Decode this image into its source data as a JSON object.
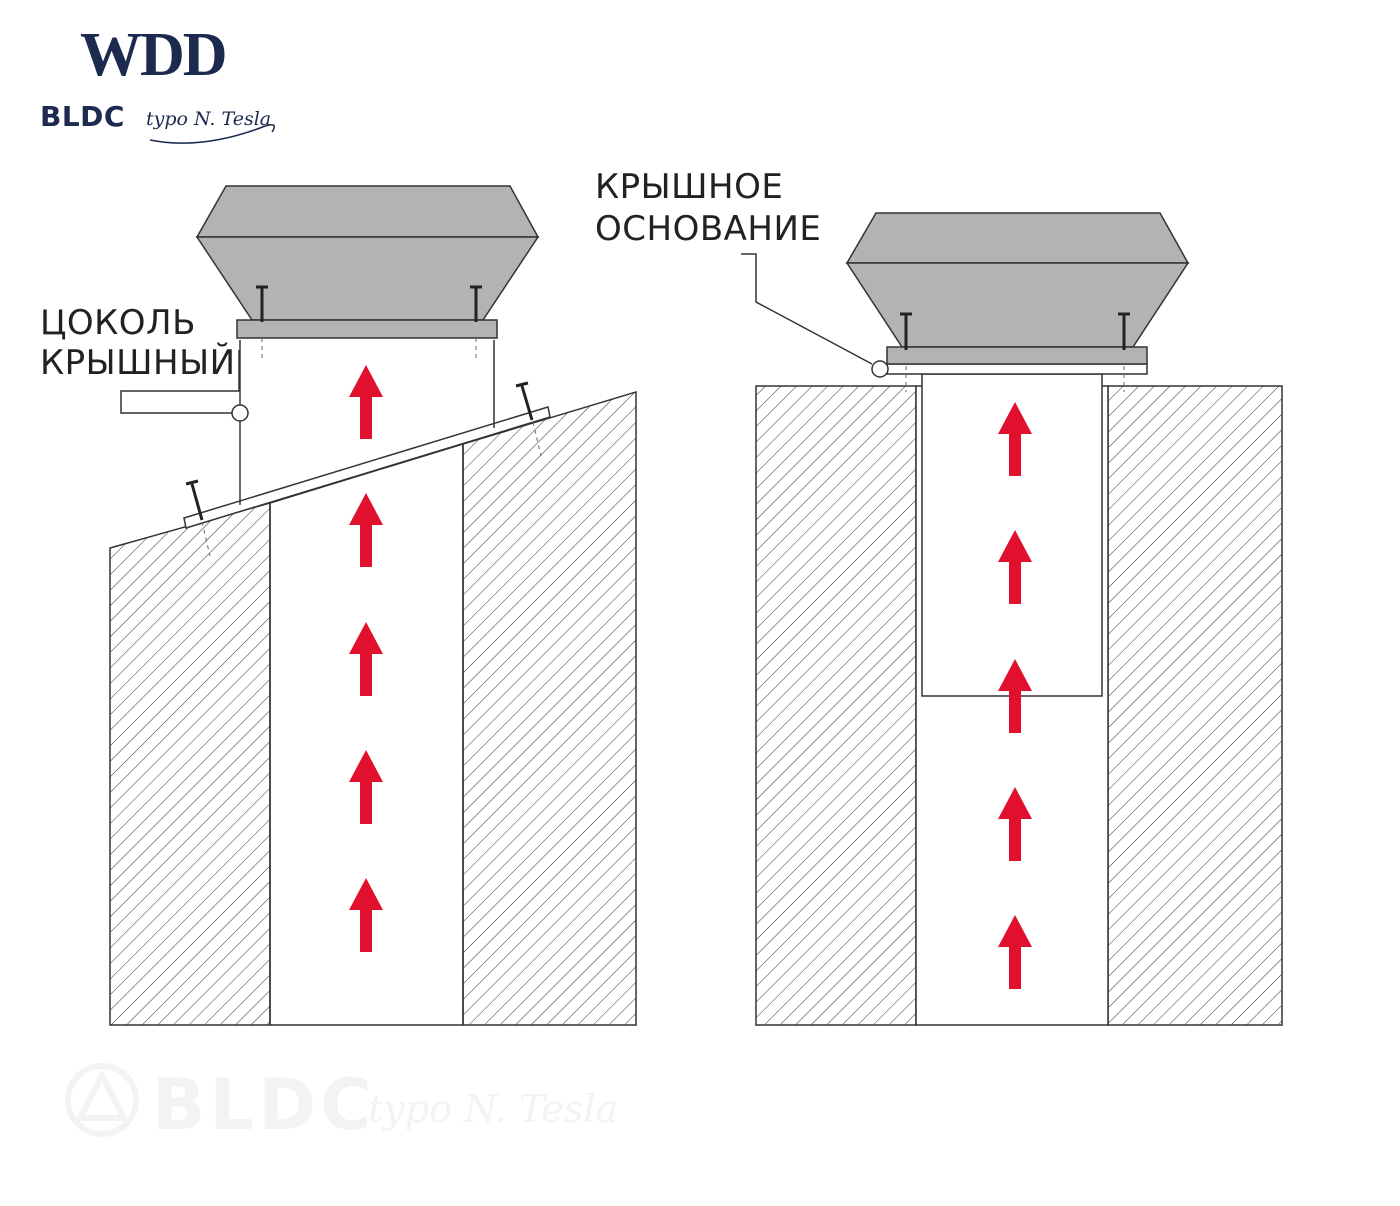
{
  "logo": {
    "brand": "WDD",
    "product": "BLDC",
    "script": "typo N. Tesla"
  },
  "labels": {
    "left_line1": "ЦОКОЛЬ",
    "left_line2": "КРЫШНЫЙ",
    "right_line1": "КРЫШНОЕ",
    "right_line2": "ОСНОВАНИЕ"
  },
  "watermark": {
    "text": "BLDC",
    "script": "typo N. Tesla"
  },
  "colors": {
    "arrow": "#e0102e",
    "fan": "#b3b3b3",
    "line": "#333333",
    "navy": "#1c2a4f"
  }
}
